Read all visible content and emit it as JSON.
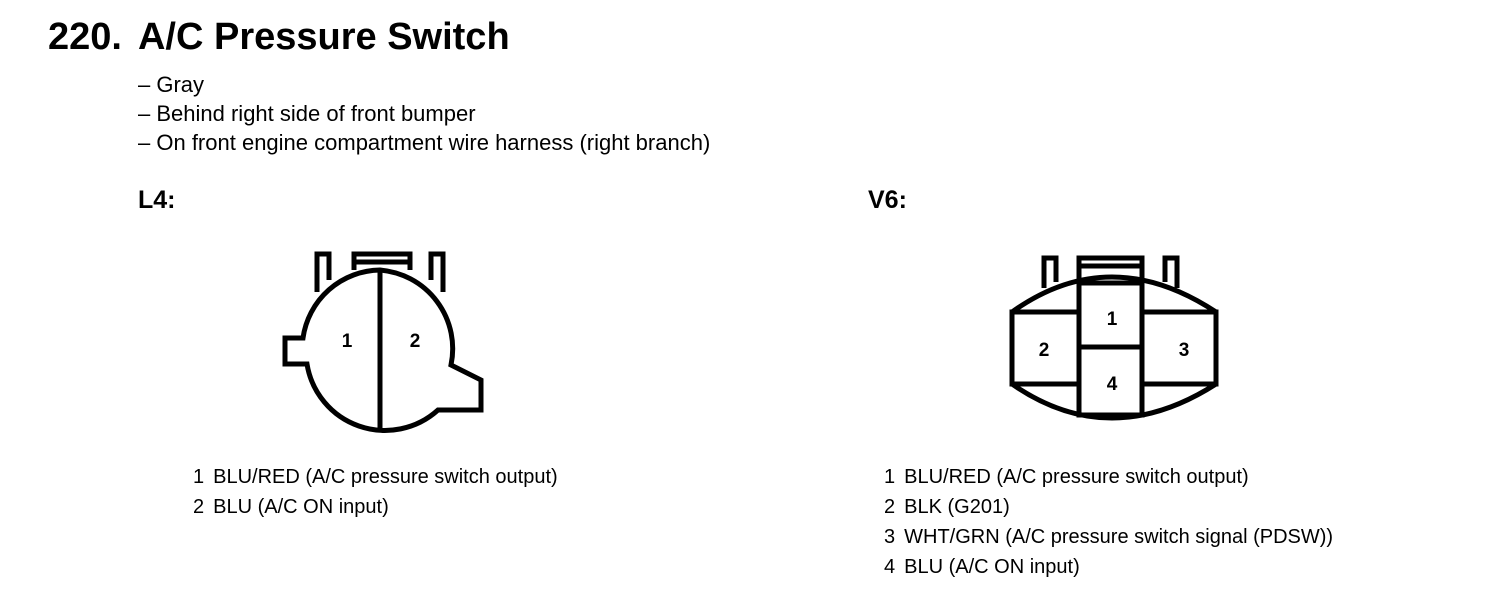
{
  "header": {
    "number": "220.",
    "title": "A/C Pressure Switch"
  },
  "notes": [
    "Gray",
    "Behind right side of front bumper",
    "On front engine compartment wire harness (right branch)"
  ],
  "variants": [
    {
      "label": "L4:",
      "pins": [
        {
          "num": "1",
          "desc": "BLU/RED (A/C pressure switch output)"
        },
        {
          "num": "2",
          "desc": "BLU (A/C ON input)"
        }
      ]
    },
    {
      "label": "V6:",
      "pins": [
        {
          "num": "1",
          "desc": "BLU/RED (A/C pressure switch output)"
        },
        {
          "num": "2",
          "desc": "BLK (G201)"
        },
        {
          "num": "3",
          "desc": "WHT/GRN (A/C pressure switch signal (PDSW))"
        },
        {
          "num": "4",
          "desc": "BLU (A/C ON input)"
        }
      ]
    }
  ],
  "colors": {
    "line": "#000000",
    "background": "#ffffff"
  }
}
